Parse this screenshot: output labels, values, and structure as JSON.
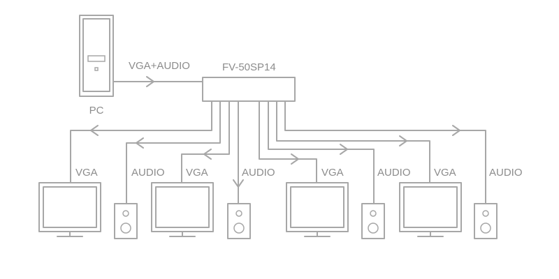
{
  "pc": {
    "label": "PC"
  },
  "link_label": "VGA+AUDIO",
  "device": {
    "model": "FV-50SP14"
  },
  "outputs": {
    "vga_label": "VGA",
    "audio_label": "AUDIO"
  },
  "colors": {
    "stroke": "#a7a7a7",
    "text": "#8c8c8c",
    "background": "#ffffff"
  },
  "icons": [
    "pc-tower-icon",
    "monitor-icon",
    "speaker-icon",
    "arrow-icon"
  ]
}
